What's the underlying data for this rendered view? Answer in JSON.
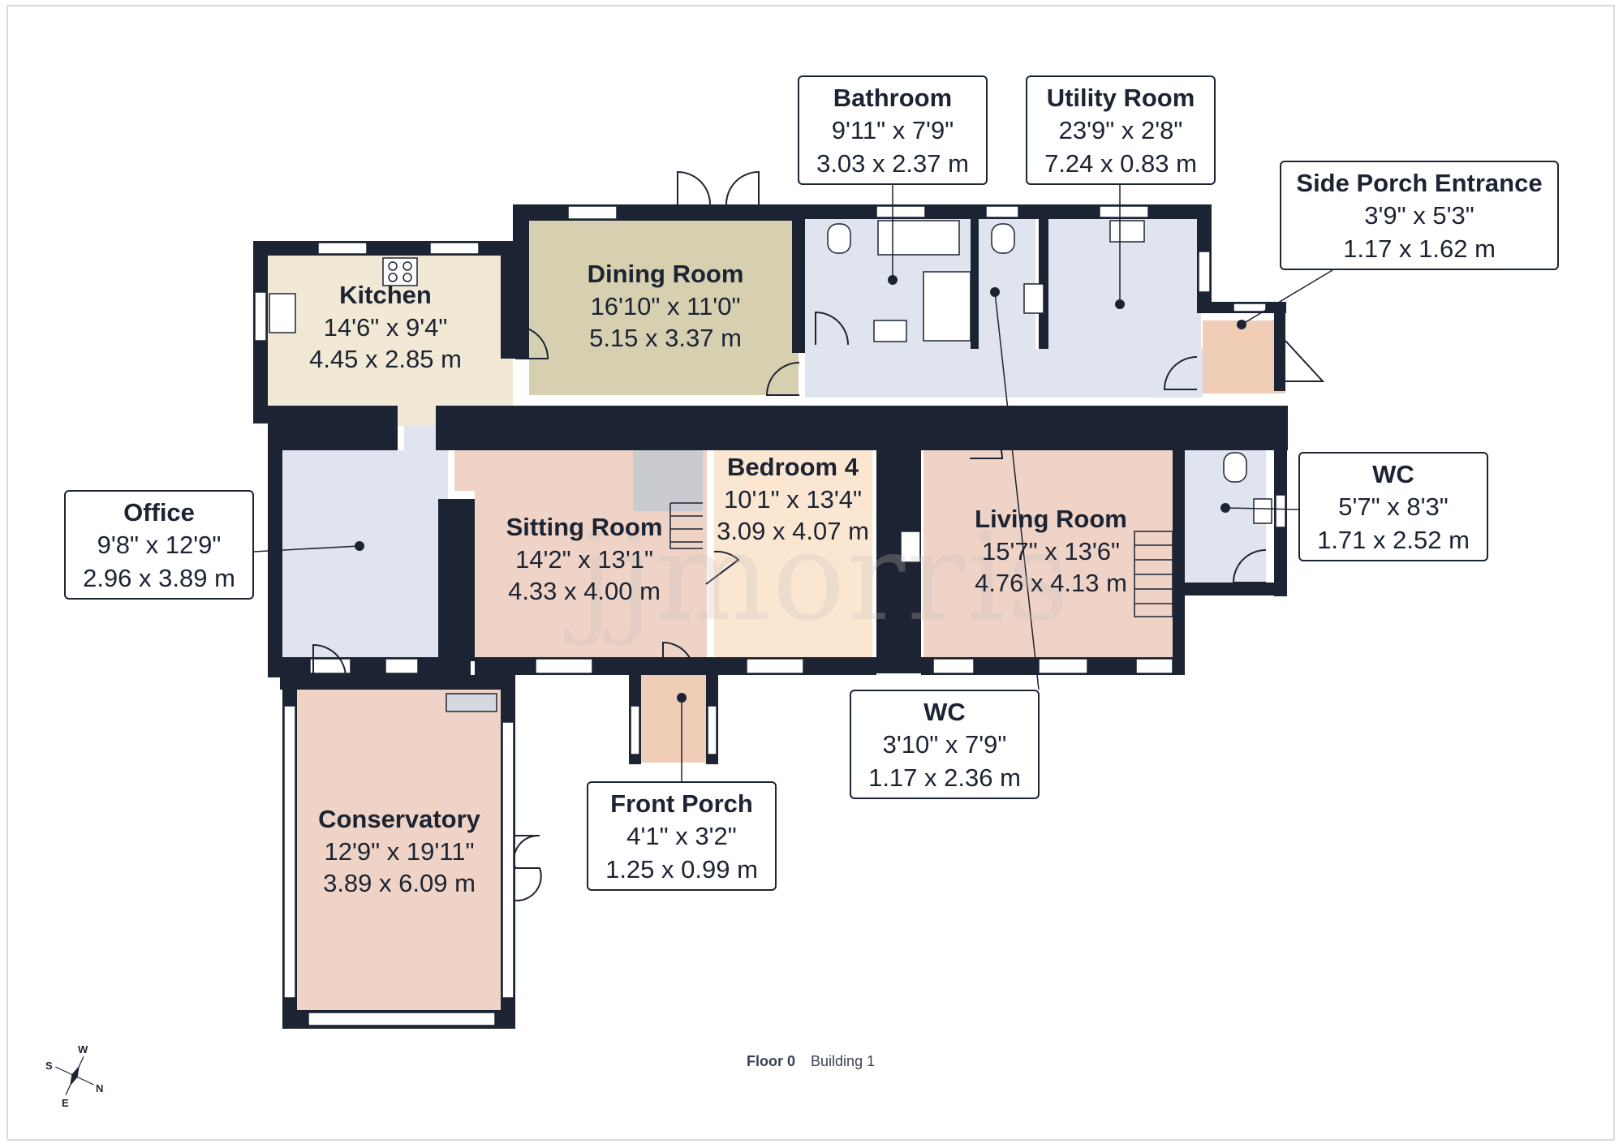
{
  "rooms": [
    {
      "id": "kitchen",
      "name": "Kitchen",
      "imperial": "14'6\" x 9'4\"",
      "metric": "4.45 x 2.85 m"
    },
    {
      "id": "dining",
      "name": "Dining Room",
      "imperial": "16'10\" x 11'0\"",
      "metric": "5.15 x 3.37 m"
    },
    {
      "id": "sitting",
      "name": "Sitting Room",
      "imperial": "14'2\" x 13'1\"",
      "metric": "4.33 x 4.00 m"
    },
    {
      "id": "bedroom4",
      "name": "Bedroom 4",
      "imperial": "10'1\" x 13'4\"",
      "metric": "3.09 x 4.07 m"
    },
    {
      "id": "living",
      "name": "Living Room",
      "imperial": "15'7\" x 13'6\"",
      "metric": "4.76 x 4.13 m"
    },
    {
      "id": "conservatory",
      "name": "Conservatory",
      "imperial": "12'9\" x 19'11\"",
      "metric": "3.89 x 6.09 m"
    }
  ],
  "callouts": [
    {
      "id": "bathroom",
      "name": "Bathroom",
      "imperial": "9'11\" x 7'9\"",
      "metric": "3.03 x 2.37 m"
    },
    {
      "id": "utility",
      "name": "Utility Room",
      "imperial": "23'9\" x 2'8\"",
      "metric": "7.24 x 0.83 m"
    },
    {
      "id": "side-porch",
      "name": "Side Porch Entrance",
      "imperial": "3'9\" x 5'3\"",
      "metric": "1.17 x 1.62 m"
    },
    {
      "id": "office",
      "name": "Office",
      "imperial": "9'8\" x 12'9\"",
      "metric": "2.96 x 3.89 m"
    },
    {
      "id": "wc-right",
      "name": "WC",
      "imperial": "5'7\" x 8'3\"",
      "metric": "1.71 x 2.52 m"
    },
    {
      "id": "wc-center",
      "name": "WC",
      "imperial": "3'10\" x 7'9\"",
      "metric": "1.17 x 2.36 m"
    },
    {
      "id": "front-porch",
      "name": "Front Porch",
      "imperial": "4'1\" x 3'2\"",
      "metric": "1.25 x 0.99 m"
    }
  ],
  "footer": {
    "floor": "Floor 0",
    "building": "Building 1"
  },
  "watermark": "jjmorris",
  "compass": {
    "w": "W",
    "s": "S",
    "n": "N",
    "e": "E"
  },
  "colors": {
    "wall": "#1c2433",
    "kitchen": "#f1e9d6",
    "dining": "#d6cfb0",
    "pink": "#efd3c6",
    "peach": "#fbe6d2",
    "blue": "#dfe4ef",
    "porch": "#f0cdb7"
  }
}
